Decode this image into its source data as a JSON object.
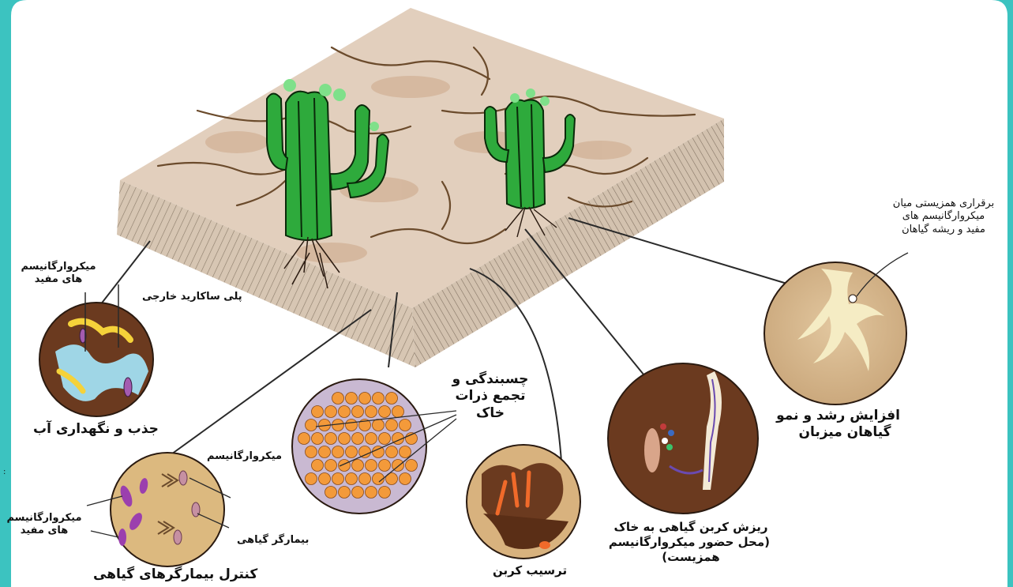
{
  "labels": {
    "water": "جذب و نگهداری آب",
    "beneficial_microbes_top_1": "میکروارگانیسم",
    "beneficial_microbes_top_2": "های مفید",
    "polysaccharide": "پلی ساکارید خارجی",
    "aggregation_1": "چسبندگی و",
    "aggregation_2": "تجمع ذرات",
    "aggregation_3": "خاک",
    "microorganism": "میکروارگانیسم",
    "beneficial_microbes_left_1": "میکروارگانیسم",
    "beneficial_microbes_left_2": "های مفید",
    "plant_pathogen": "بیمارگر گیاهی",
    "disease_control": "کنترل بیمارگرهای گیاهی",
    "carbon_deposit": "ترسیب کربن",
    "carbon_input_1": "ریزش کربن گیاهی به خاک",
    "carbon_input_2": "(محل حضور میکروارگانیسم",
    "carbon_input_3": "همزیست)",
    "growth_1": "افزایش رشد و نمو",
    "growth_2": "گیاهان میزبان",
    "symbiosis_1": "برقراری همزیستی میان",
    "symbiosis_2": "میکروارگانیسم های",
    "symbiosis_3": "مفید و ریشه گیاهان"
  },
  "colors": {
    "background": "#3cc3c0",
    "page": "#ffffff",
    "soil_top": "#e2cfbd",
    "soil_side": "#cdbba8",
    "cactus": "#2eaa3c",
    "particle": "#f39a3a",
    "water": "#9fd6e6",
    "brown": "#6b3a1f"
  }
}
